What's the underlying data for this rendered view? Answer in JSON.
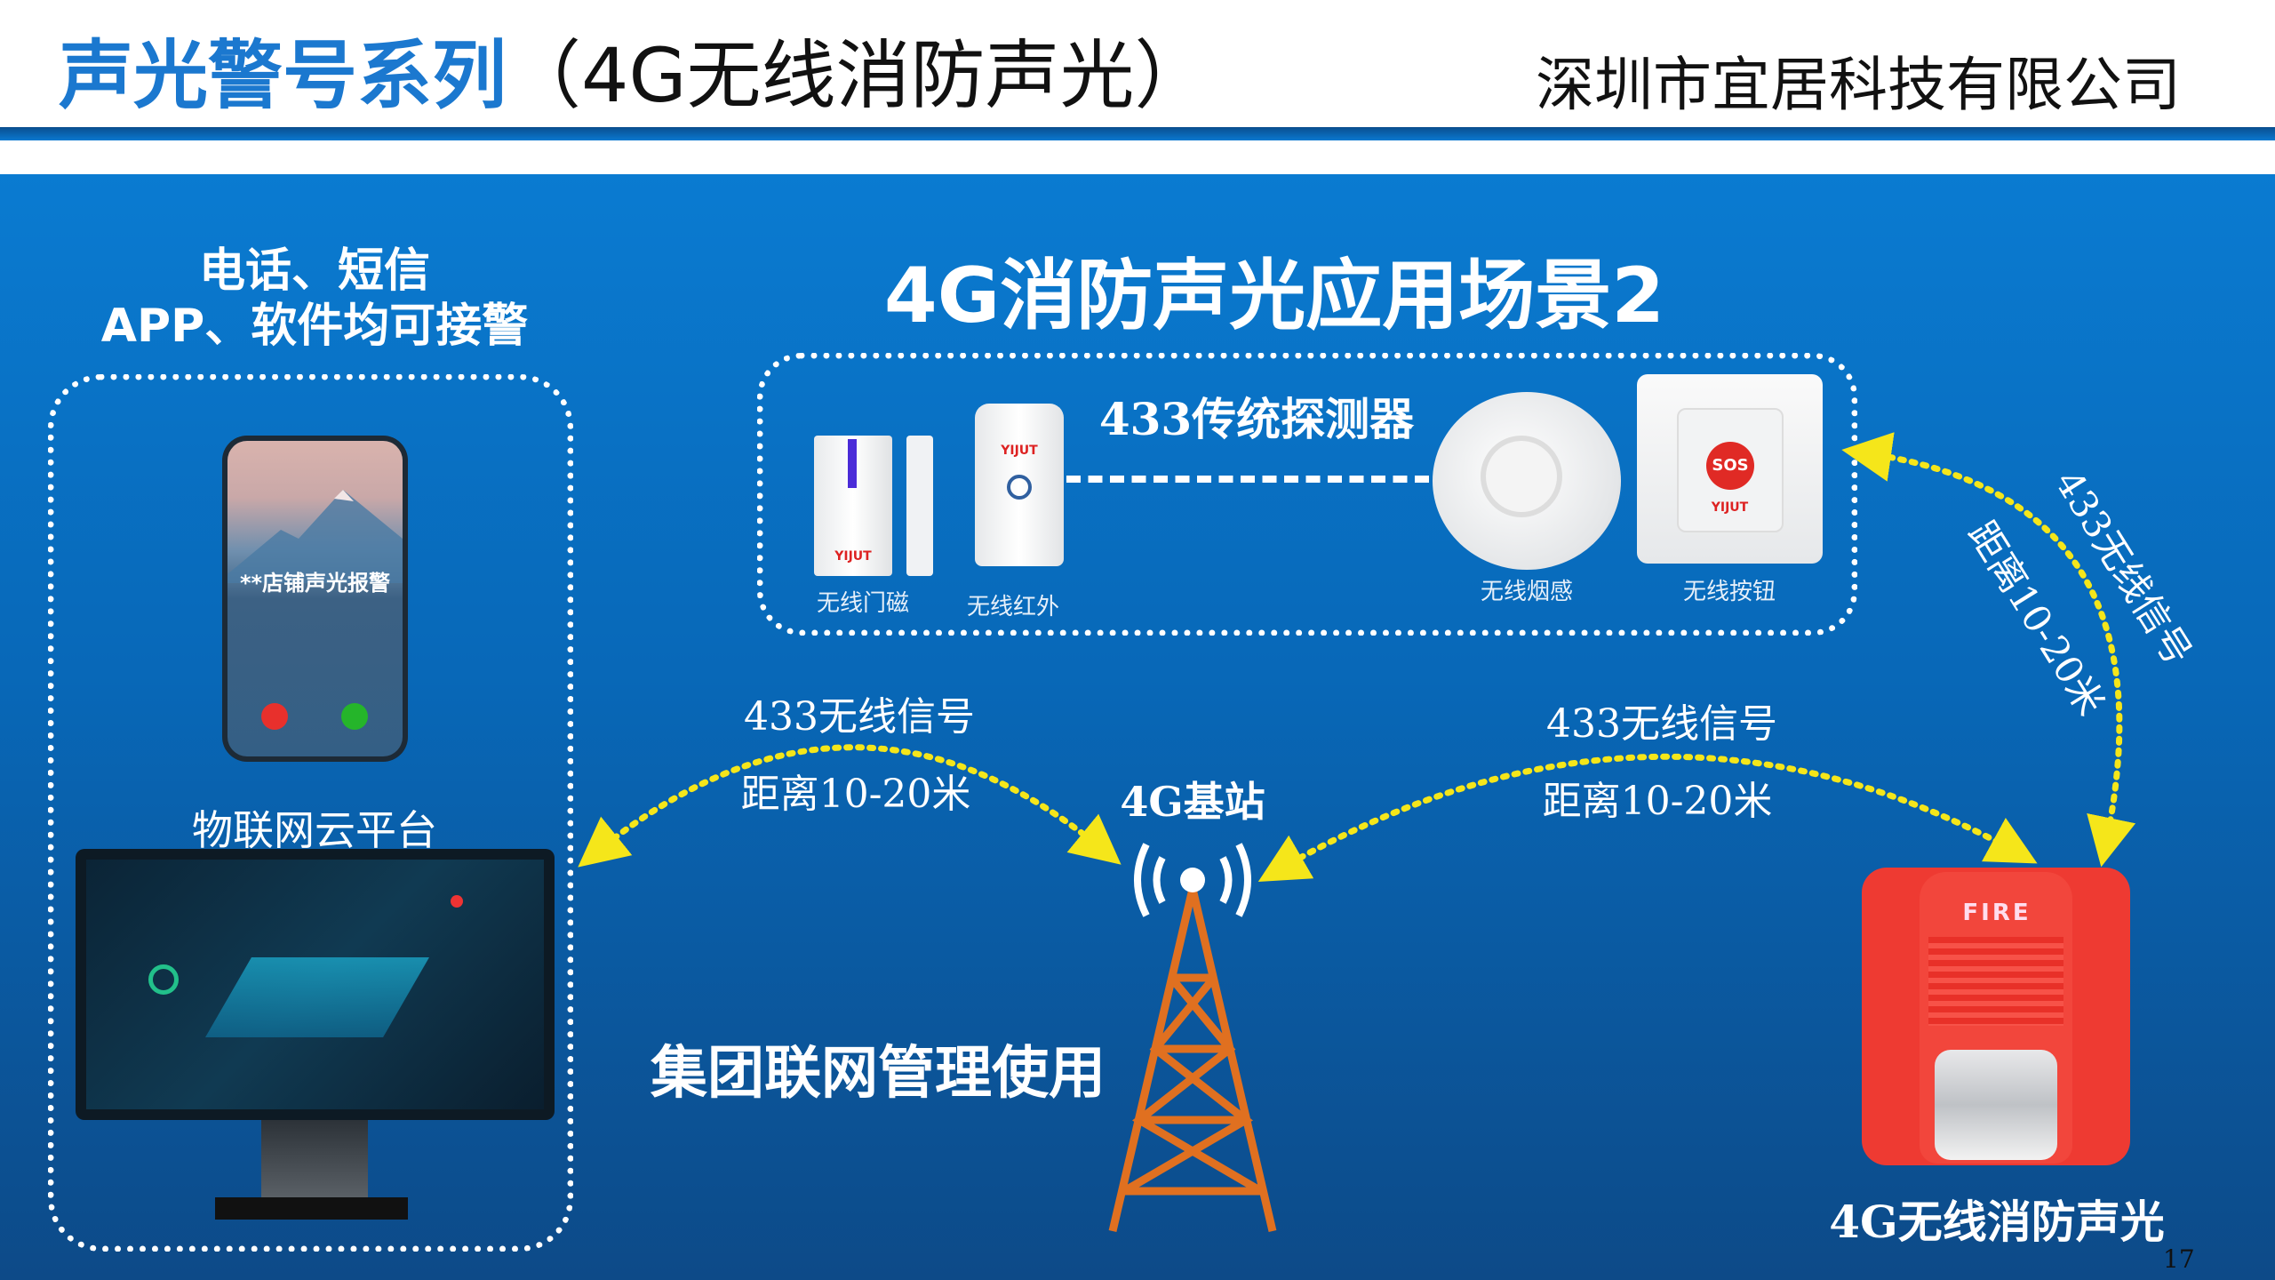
{
  "header": {
    "title_blue": "声光警号系列",
    "title_black": "（4G无线消防声光）",
    "company": "深圳市宜居科技有限公司"
  },
  "left": {
    "line1": "电话、短信",
    "line2": "APP、软件均可接警",
    "phone_caller": "**店铺声光报警",
    "platform_label": "物联网云平台"
  },
  "main": {
    "heading": "4G消防声光应用场景2",
    "detector_group_label": "433传统探测器",
    "detectors": [
      {
        "label": "无线门磁"
      },
      {
        "label": "无线红外"
      },
      {
        "label": "无线烟感"
      },
      {
        "label": "无线按钮"
      }
    ],
    "brand_mark": "YIJUT",
    "sos_label": "SOS",
    "signal_left": {
      "line1": "433无线信号",
      "line2": "距离10-20米"
    },
    "signal_right": {
      "line1": "433无线信号",
      "line2": "距离10-20米"
    },
    "signal_diag": {
      "line1": "433无线信号",
      "line2": "距离10-20米"
    },
    "base_station": "4G基站",
    "group_mgmt": "集团联网管理使用",
    "alarm_label": "4G无线消防声光",
    "alarm_fire_text": "FIRE"
  },
  "page_number": "17",
  "colors": {
    "accent": "#1b78cf",
    "arrow": "#f5e61a",
    "alarm_red": "#e8302c",
    "tower": "#e07020"
  }
}
